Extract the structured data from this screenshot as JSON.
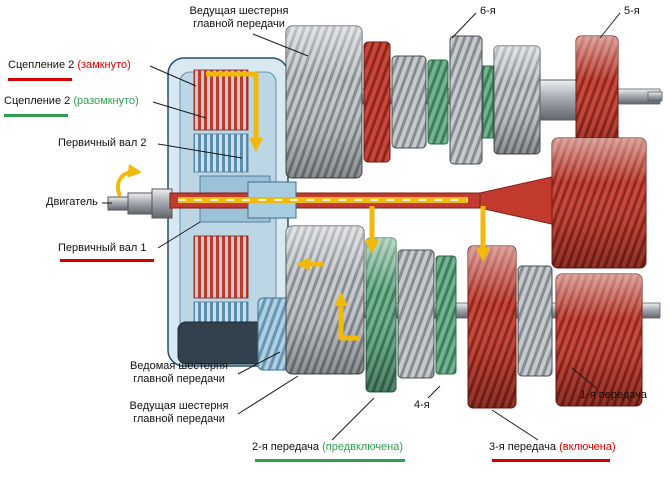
{
  "colors": {
    "engaged_red": "#d40000",
    "preselected_green": "#2e9e4f",
    "power_flow_yellow": "#f0b90b",
    "shaft_red": "#c23b2e",
    "gear_green": "#74b292",
    "clutch_blue": "#bcd6e6",
    "metal_silver": "#c6cacd"
  },
  "labels": {
    "top_drive_gear": {
      "line1": "Ведущая шестерня",
      "line2": "главной передачи"
    },
    "gear6": "6-я",
    "gear5": "5-я",
    "clutch2_closed": {
      "name": "Сцепление 2",
      "status": "(замкнуто)"
    },
    "clutch2_open": {
      "name": "Сцепление 2",
      "status": "(разомкнуто)"
    },
    "input_shaft2": "Первичный вал 2",
    "engine": "Двигатель",
    "input_shaft1": "Первичный вал 1",
    "driven_gear_final": {
      "line1": "Ведомая шестерня",
      "line2": "главной передачи"
    },
    "drive_gear_final": {
      "line1": "Ведущая шестерня",
      "line2": "главной передачи"
    },
    "gear2": {
      "name": "2-я передача",
      "status": "(предвключена)"
    },
    "gear4": "4-я",
    "gear3": {
      "name": "3-я передача",
      "status": "(включена)"
    },
    "gear1": "1-я передача"
  }
}
